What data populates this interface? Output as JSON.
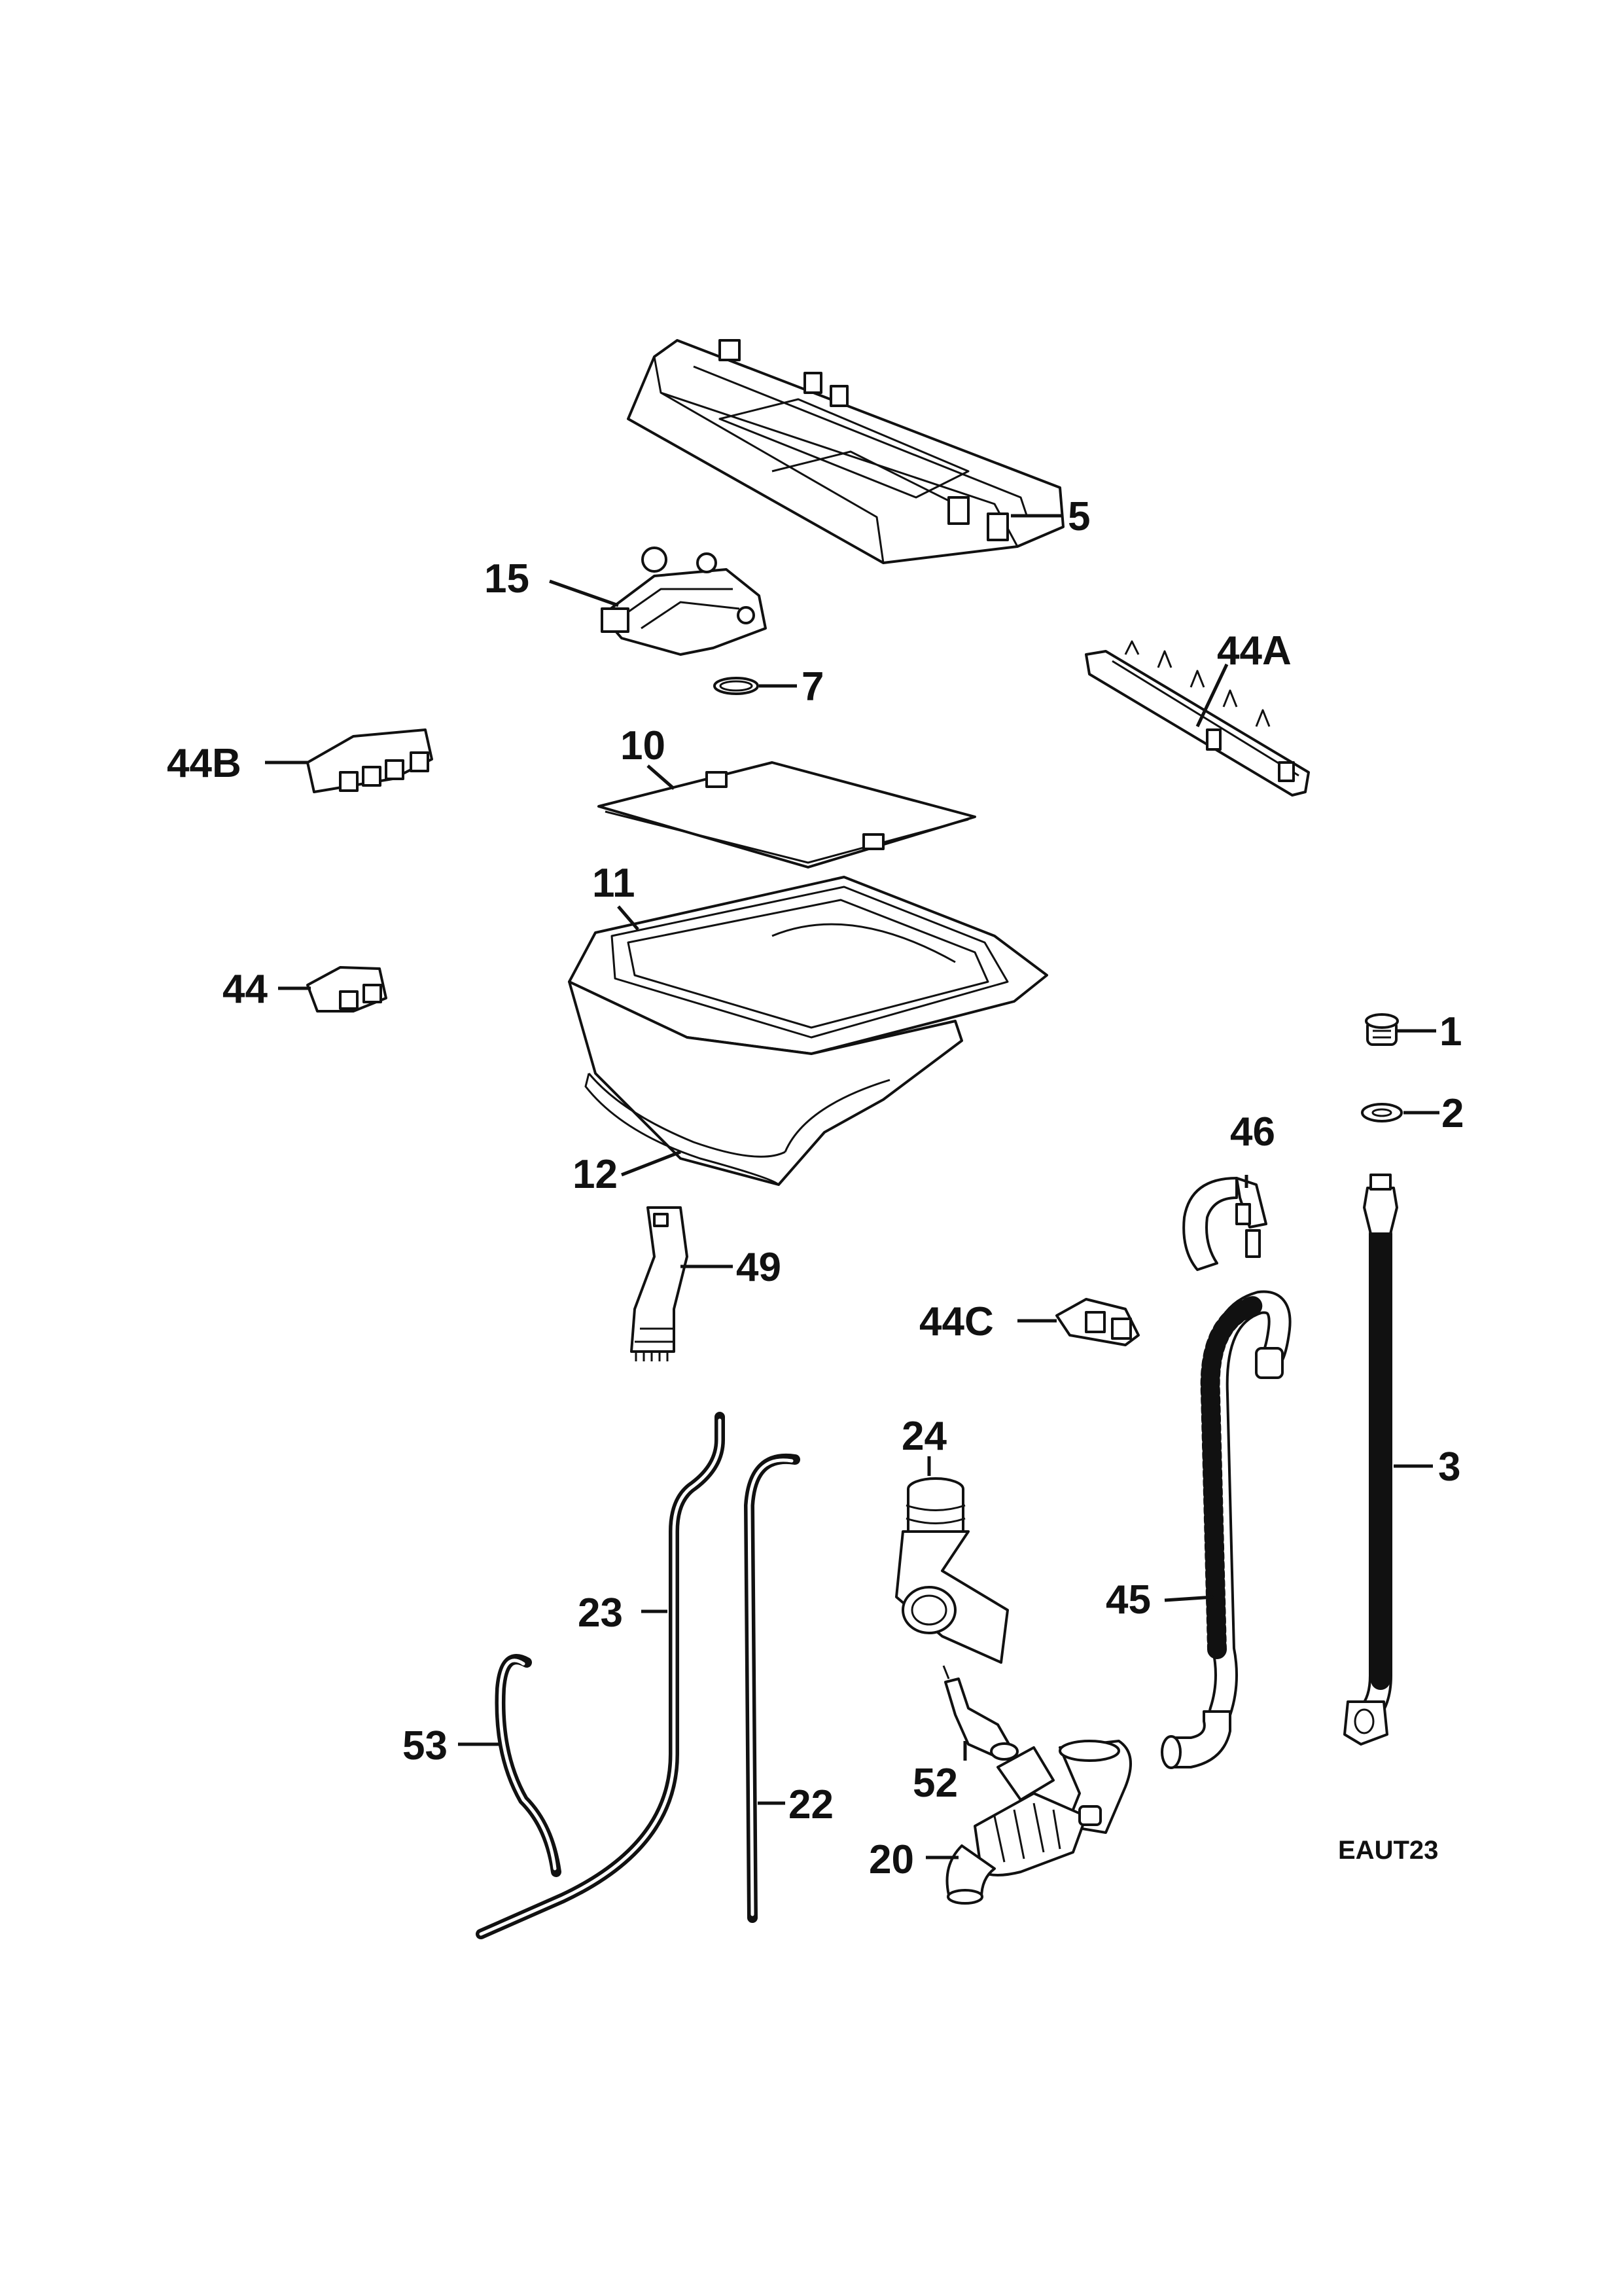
{
  "diagram": {
    "code": "EAUT23",
    "labels": {
      "p1": "1",
      "p2": "2",
      "p3": "3",
      "p5": "5",
      "p7": "7",
      "p10": "10",
      "p11": "11",
      "p12": "12",
      "p15": "15",
      "p20": "20",
      "p22": "22",
      "p23": "23",
      "p24": "24",
      "p44": "44",
      "p44a": "44A",
      "p44b": "44B",
      "p44c": "44C",
      "p45": "45",
      "p46": "46",
      "p49": "49",
      "p52": "52",
      "p53": "53"
    }
  }
}
